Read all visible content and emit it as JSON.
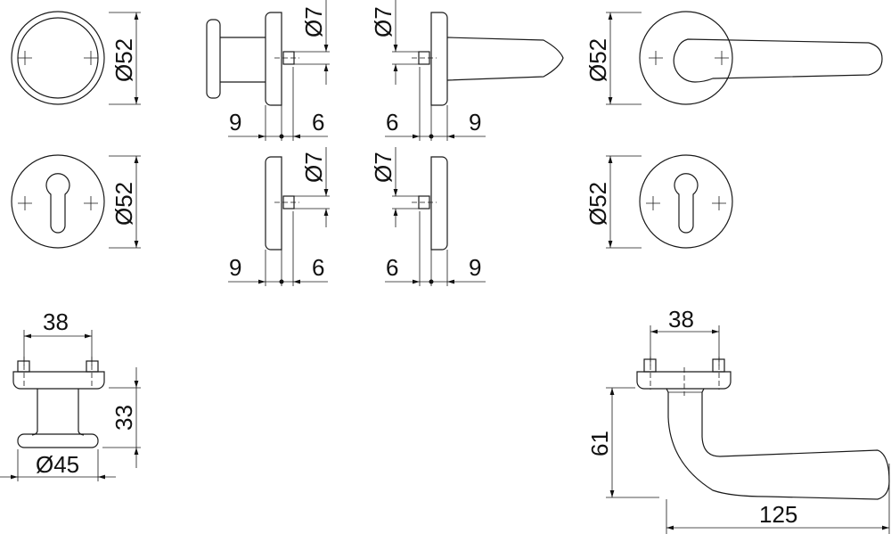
{
  "drawing": {
    "rose_diameter_label": "Ø52",
    "spindle_diameter_label": "Ø7",
    "offset_9_label": "9",
    "offset_6_label": "6",
    "screw_spacing_label": "38",
    "knob_projection_label": "33",
    "knob_diameter_label": "Ø45",
    "lever_projection_label": "61",
    "lever_length_label": "125"
  },
  "colors": {
    "line": "#1a1a1a",
    "background": "#ffffff"
  }
}
